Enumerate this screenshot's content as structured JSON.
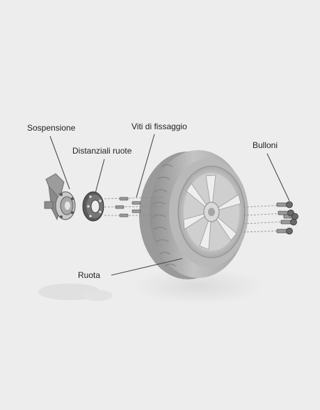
{
  "labels": {
    "suspension": "Sospensione",
    "fixing_screws": "Viti di fissaggio",
    "wheel_spacers": "Distanziali ruote",
    "bolts": "Bulloni",
    "wheel": "Ruota"
  },
  "colors": {
    "background": "#ededed",
    "text": "#1e1e1e",
    "leader_line": "#4a4a4a"
  }
}
